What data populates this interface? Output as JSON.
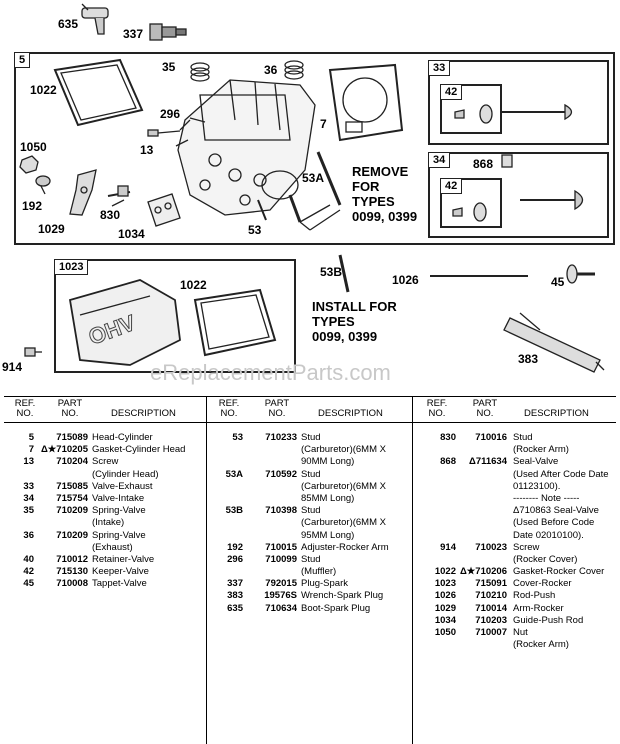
{
  "callouts": {
    "c635": "635",
    "c337": "337",
    "c5": "5",
    "c35": "35",
    "c36": "36",
    "c33": "33",
    "c1022a": "1022",
    "c296": "296",
    "c7": "7",
    "c42a": "42",
    "c1050": "1050",
    "c13": "13",
    "c34": "34",
    "c868": "868",
    "c53a": "53A",
    "c42b": "42",
    "c192": "192",
    "c830": "830",
    "c1029": "1029",
    "c1034": "1034",
    "c53": "53",
    "c1023": "1023",
    "c53b": "53B",
    "c1026": "1026",
    "c45": "45",
    "c1022b": "1022",
    "c914": "914",
    "c383": "383"
  },
  "notes": {
    "remove": [
      "REMOVE",
      "FOR",
      "TYPES",
      "0099, 0399"
    ],
    "install": [
      "INSTALL FOR",
      "TYPES",
      "0099, 0399"
    ]
  },
  "watermark": "eReplacementParts.com",
  "table": {
    "headers": {
      "ref": [
        "REF.",
        "NO."
      ],
      "part": [
        "PART",
        "NO."
      ],
      "desc": "DESCRIPTION"
    },
    "col1": [
      {
        "ref": "5",
        "part": "715089",
        "desc": "Head-Cylinder"
      },
      {
        "ref": "7",
        "part": "Δ★710205",
        "desc": "Gasket-Cylinder Head"
      },
      {
        "ref": "13",
        "part": "710204",
        "desc": "Screw"
      },
      {
        "ref": "",
        "part": "",
        "desc": "(Cylinder Head)"
      },
      {
        "ref": "33",
        "part": "715085",
        "desc": "Valve-Exhaust"
      },
      {
        "ref": "34",
        "part": "715754",
        "desc": "Valve-Intake"
      },
      {
        "ref": "35",
        "part": "710209",
        "desc": "Spring-Valve"
      },
      {
        "ref": "",
        "part": "",
        "desc": "(Intake)"
      },
      {
        "ref": "36",
        "part": "710209",
        "desc": "Spring-Valve"
      },
      {
        "ref": "",
        "part": "",
        "desc": "(Exhaust)"
      },
      {
        "ref": "40",
        "part": "710012",
        "desc": "Retainer-Valve"
      },
      {
        "ref": "42",
        "part": "715130",
        "desc": "Keeper-Valve"
      },
      {
        "ref": "45",
        "part": "710008",
        "desc": "Tappet-Valve"
      }
    ],
    "col2": [
      {
        "ref": "53",
        "part": "710233",
        "desc": "Stud"
      },
      {
        "ref": "",
        "part": "",
        "desc": "(Carburetor)(6MM X"
      },
      {
        "ref": "",
        "part": "",
        "desc": "90MM Long)"
      },
      {
        "ref": "53A",
        "part": "710592",
        "desc": "Stud"
      },
      {
        "ref": "",
        "part": "",
        "desc": "(Carburetor)(6MM X"
      },
      {
        "ref": "",
        "part": "",
        "desc": "85MM Long)"
      },
      {
        "ref": "53B",
        "part": "710398",
        "desc": "Stud"
      },
      {
        "ref": "",
        "part": "",
        "desc": "(Carburetor)(6MM X"
      },
      {
        "ref": "",
        "part": "",
        "desc": "95MM Long)"
      },
      {
        "ref": "192",
        "part": "710015",
        "desc": "Adjuster-Rocker Arm"
      },
      {
        "ref": "296",
        "part": "710099",
        "desc": "Stud"
      },
      {
        "ref": "",
        "part": "",
        "desc": "(Muffler)"
      },
      {
        "ref": "337",
        "part": "792015",
        "desc": "Plug-Spark"
      },
      {
        "ref": "383",
        "part": "19576S",
        "desc": "Wrench-Spark Plug"
      },
      {
        "ref": "635",
        "part": "710634",
        "desc": "Boot-Spark Plug"
      }
    ],
    "col3": [
      {
        "ref": "830",
        "part": "710016",
        "desc": "Stud"
      },
      {
        "ref": "",
        "part": "",
        "desc": "(Rocker Arm)"
      },
      {
        "ref": "868",
        "part": "Δ711634",
        "desc": "Seal-Valve"
      },
      {
        "ref": "",
        "part": "",
        "desc": "(Used After Code Date"
      },
      {
        "ref": "",
        "part": "",
        "desc": "01123100)."
      },
      {
        "ref": "",
        "part": "",
        "desc": "-------- Note -----"
      },
      {
        "ref": "",
        "part": "",
        "desc": "Δ710863 Seal-Valve"
      },
      {
        "ref": "",
        "part": "",
        "desc": "(Used Before Code"
      },
      {
        "ref": "",
        "part": "",
        "desc": "Date 02010100)."
      },
      {
        "ref": "914",
        "part": "710023",
        "desc": "Screw"
      },
      {
        "ref": "",
        "part": "",
        "desc": "(Rocker Cover)"
      },
      {
        "ref": "1022",
        "part": "Δ★710206",
        "desc": "Gasket-Rocker Cover"
      },
      {
        "ref": "1023",
        "part": "715091",
        "desc": "Cover-Rocker"
      },
      {
        "ref": "1026",
        "part": "710210",
        "desc": "Rod-Push"
      },
      {
        "ref": "1029",
        "part": "710014",
        "desc": "Arm-Rocker"
      },
      {
        "ref": "1034",
        "part": "710203",
        "desc": "Guide-Push Rod"
      },
      {
        "ref": "1050",
        "part": "710007",
        "desc": "Nut"
      },
      {
        "ref": "",
        "part": "",
        "desc": "(Rocker Arm)"
      }
    ]
  }
}
